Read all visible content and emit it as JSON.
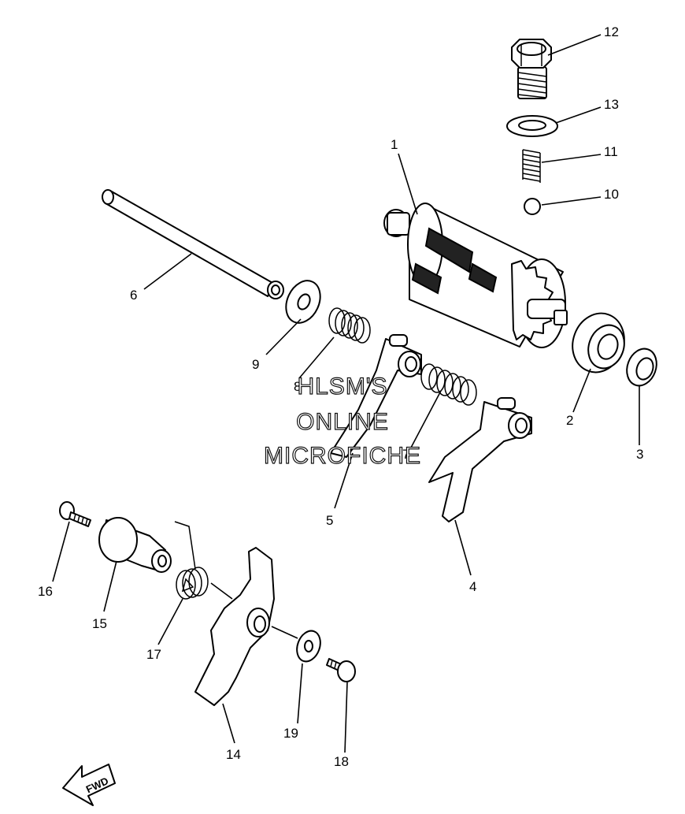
{
  "diagram": {
    "callouts": [
      "1",
      "2",
      "3",
      "4",
      "5",
      "6",
      "7",
      "8",
      "9",
      "10",
      "11",
      "12",
      "13",
      "14",
      "15",
      "16",
      "17",
      "18",
      "19"
    ],
    "watermark": {
      "line1": "HLSM'S",
      "line2": "ONLINE",
      "line3": "MICROFICHE"
    },
    "direction_label": "FWD"
  }
}
